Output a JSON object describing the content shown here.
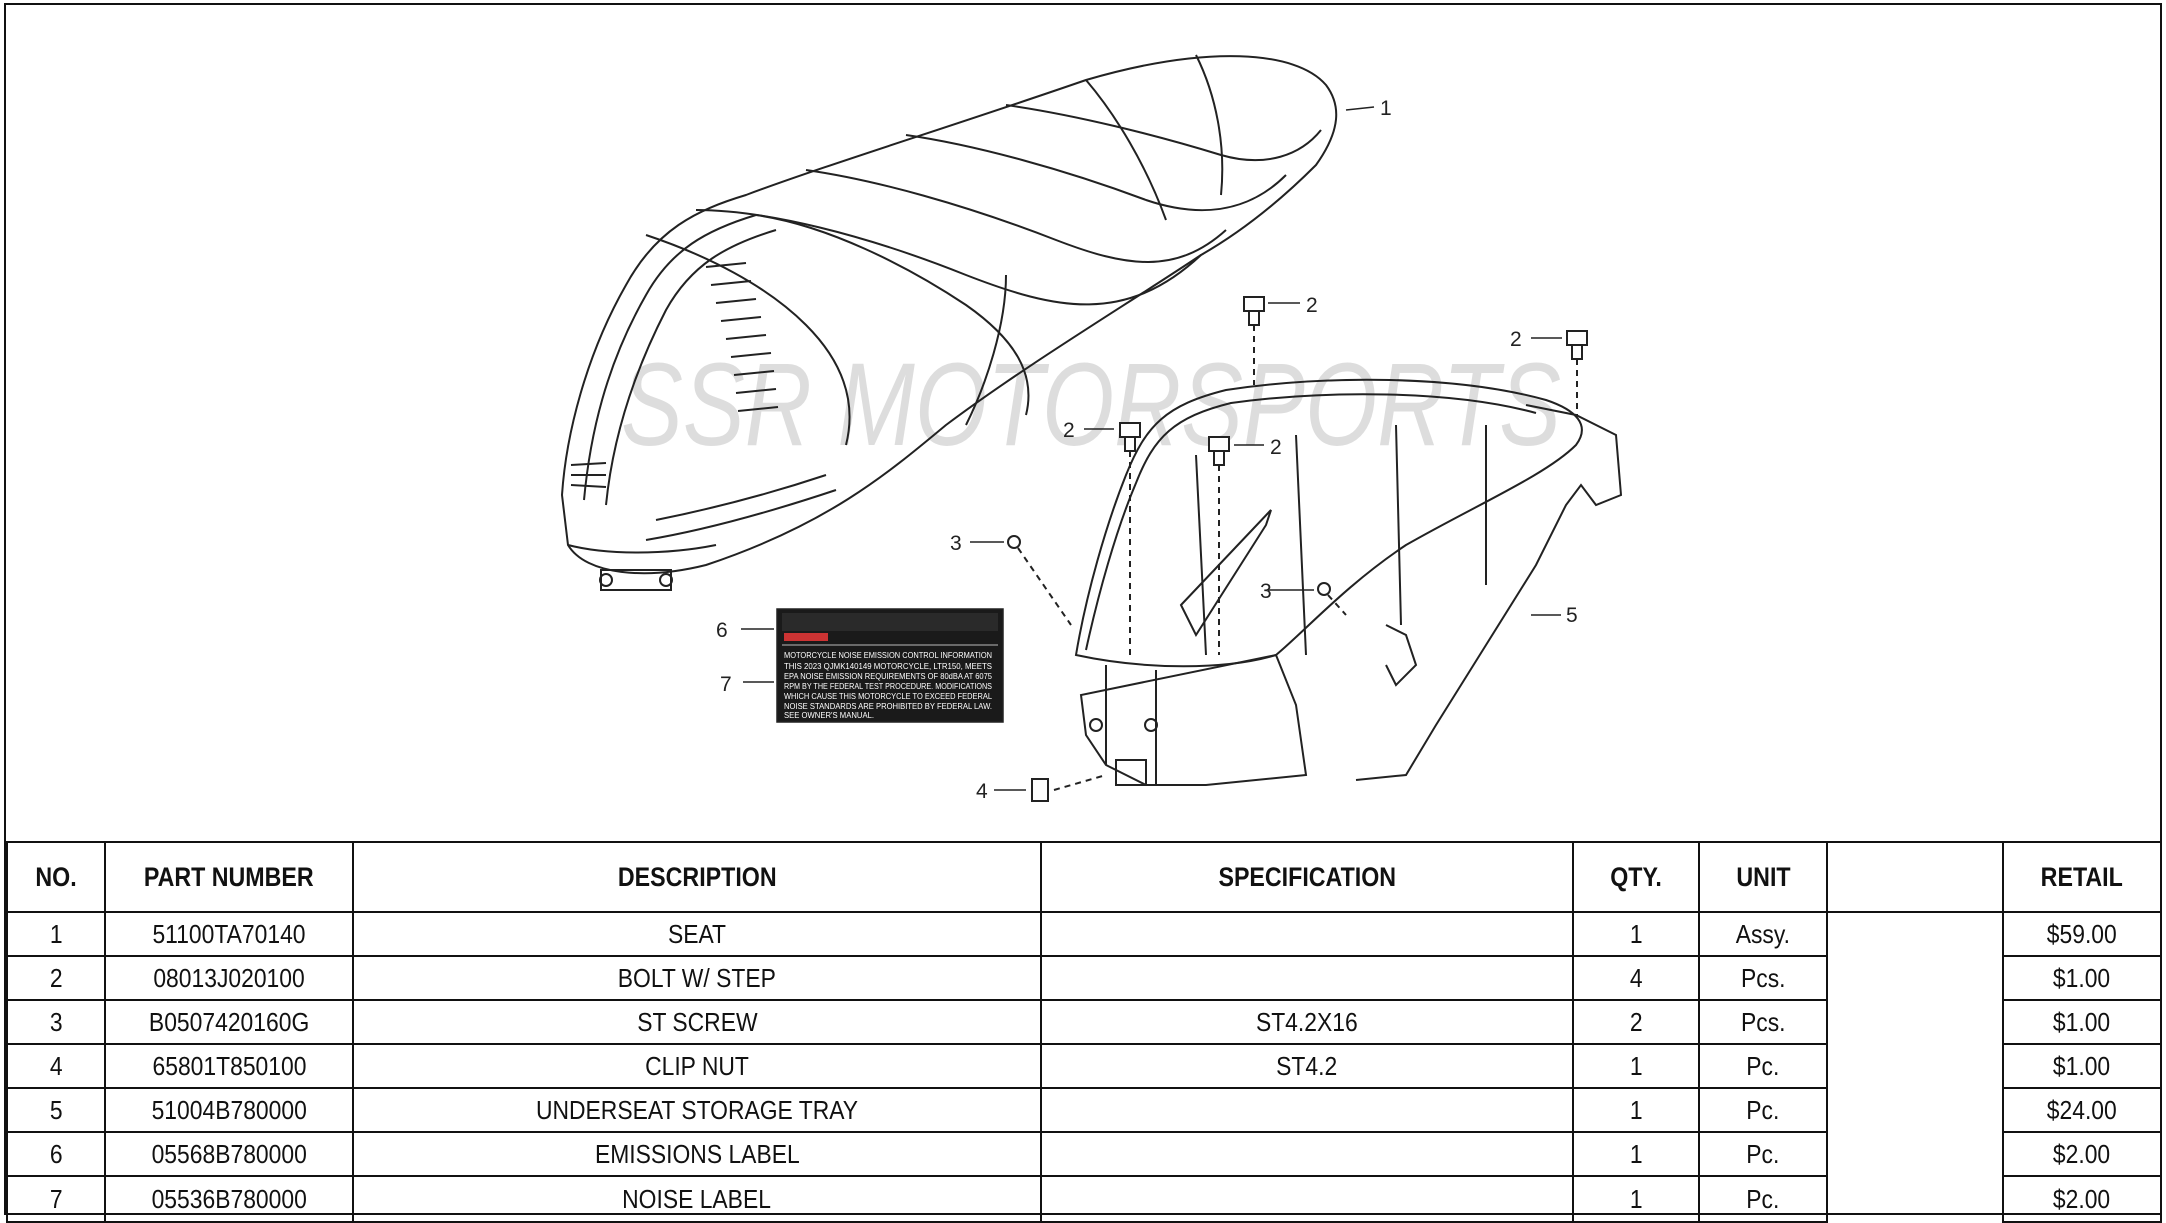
{
  "watermark": "SSR MOTORSPORTS",
  "callouts": [
    "1",
    "2",
    "2",
    "2",
    "2",
    "3",
    "3",
    "4",
    "5",
    "6",
    "7"
  ],
  "label_sticker": {
    "lines": [
      "MOTORCYCLE NOISE EMISSION CONTROL INFORMATION",
      "THIS 2023 QJMK140149 MOTORCYCLE, LTR150, MEETS",
      "EPA NOISE EMISSION REQUIREMENTS OF 80dBA AT 6075",
      "RPM BY THE FEDERAL TEST PROCEDURE. MODIFICATIONS",
      "WHICH CAUSE THIS MOTORCYCLE TO EXCEED FEDERAL",
      "NOISE STANDARDS ARE PROHIBITED BY FEDERAL LAW.",
      "SEE OWNER'S MANUAL."
    ]
  },
  "table": {
    "headers": {
      "no": "NO.",
      "part_number": "PART NUMBER",
      "description": "DESCRIPTION",
      "specification": "SPECIFICATION",
      "qty": "QTY.",
      "unit": "UNIT",
      "retail": "RETAIL"
    },
    "rows": [
      {
        "no": "1",
        "part_number": "51100TA70140",
        "description": "SEAT",
        "specification": "",
        "qty": "1",
        "unit": "Assy.",
        "retail": "$59.00"
      },
      {
        "no": "2",
        "part_number": "08013J020100",
        "description": "BOLT W/ STEP",
        "specification": "",
        "qty": "4",
        "unit": "Pcs.",
        "retail": "$1.00"
      },
      {
        "no": "3",
        "part_number": "B0507420160G",
        "description": "ST SCREW",
        "specification": "ST4.2X16",
        "qty": "2",
        "unit": "Pcs.",
        "retail": "$1.00"
      },
      {
        "no": "4",
        "part_number": "65801T850100",
        "description": "CLIP NUT",
        "specification": "ST4.2",
        "qty": "1",
        "unit": "Pc.",
        "retail": "$1.00"
      },
      {
        "no": "5",
        "part_number": "51004B780000",
        "description": "UNDERSEAT STORAGE TRAY",
        "specification": "",
        "qty": "1",
        "unit": "Pc.",
        "retail": "$24.00"
      },
      {
        "no": "6",
        "part_number": "05568B780000",
        "description": "EMISSIONS LABEL",
        "specification": "",
        "qty": "1",
        "unit": "Pc.",
        "retail": "$2.00"
      },
      {
        "no": "7",
        "part_number": "05536B780000",
        "description": "NOISE LABEL",
        "specification": "",
        "qty": "1",
        "unit": "Pc.",
        "retail": "$2.00"
      }
    ]
  }
}
